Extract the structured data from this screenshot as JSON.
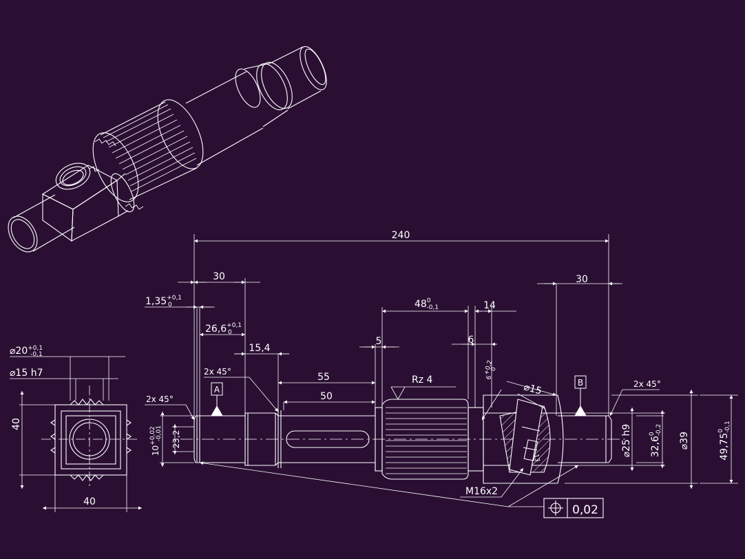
{
  "colors": {
    "background": "#2a0f33",
    "line": "#ffffff",
    "hatch": "#ffffff"
  },
  "dimensions": {
    "overall_length": "240",
    "left_length": "30",
    "right_length": "30",
    "groove_width": {
      "base": "1,35",
      "sup": "+0,1",
      "sub": "0"
    },
    "groove_position": {
      "base": "26,6",
      "sup": "+0,1",
      "sub": "0"
    },
    "shoulder": "15,4",
    "chamfer_left": "2x 45°",
    "chamfer_left_end": "2x 45°",
    "chamfer_right": "2x 45°",
    "keyway_length": "55",
    "keyway_inner": "50",
    "gear_gap": "5",
    "gear_length": {
      "base": "48",
      "sup": "0",
      "sub": "-0,1"
    },
    "step_14": "14",
    "step_6": "6",
    "hole_depth": {
      "base": "6",
      "sup": "+0,2",
      "sub": "0"
    },
    "hole_diameter": "⌀15",
    "dia_25": "⌀25 h9",
    "dia_32": {
      "base": "32,6",
      "sup": "0",
      "sub": "-0,2"
    },
    "dia_39": "⌀39",
    "dia_49": {
      "base": "49,75",
      "sup": "0",
      "sub": "-0,1"
    },
    "left_width": {
      "base": "10",
      "sup": "+0,02",
      "sub": "-0,01"
    },
    "left_height": "23,2",
    "side_dia_20": {
      "base": "⌀20",
      "sup": "+0,1",
      "sub": "-0,1"
    },
    "side_dia_15": "⌀15 h7",
    "side_height": "40",
    "side_width": "40",
    "thread": "M16x2",
    "small_13": "13",
    "surface": "Rz 4"
  },
  "datums": {
    "a": "A",
    "b": "B"
  },
  "tolerance": {
    "symbol": "position",
    "value": "0,02"
  }
}
